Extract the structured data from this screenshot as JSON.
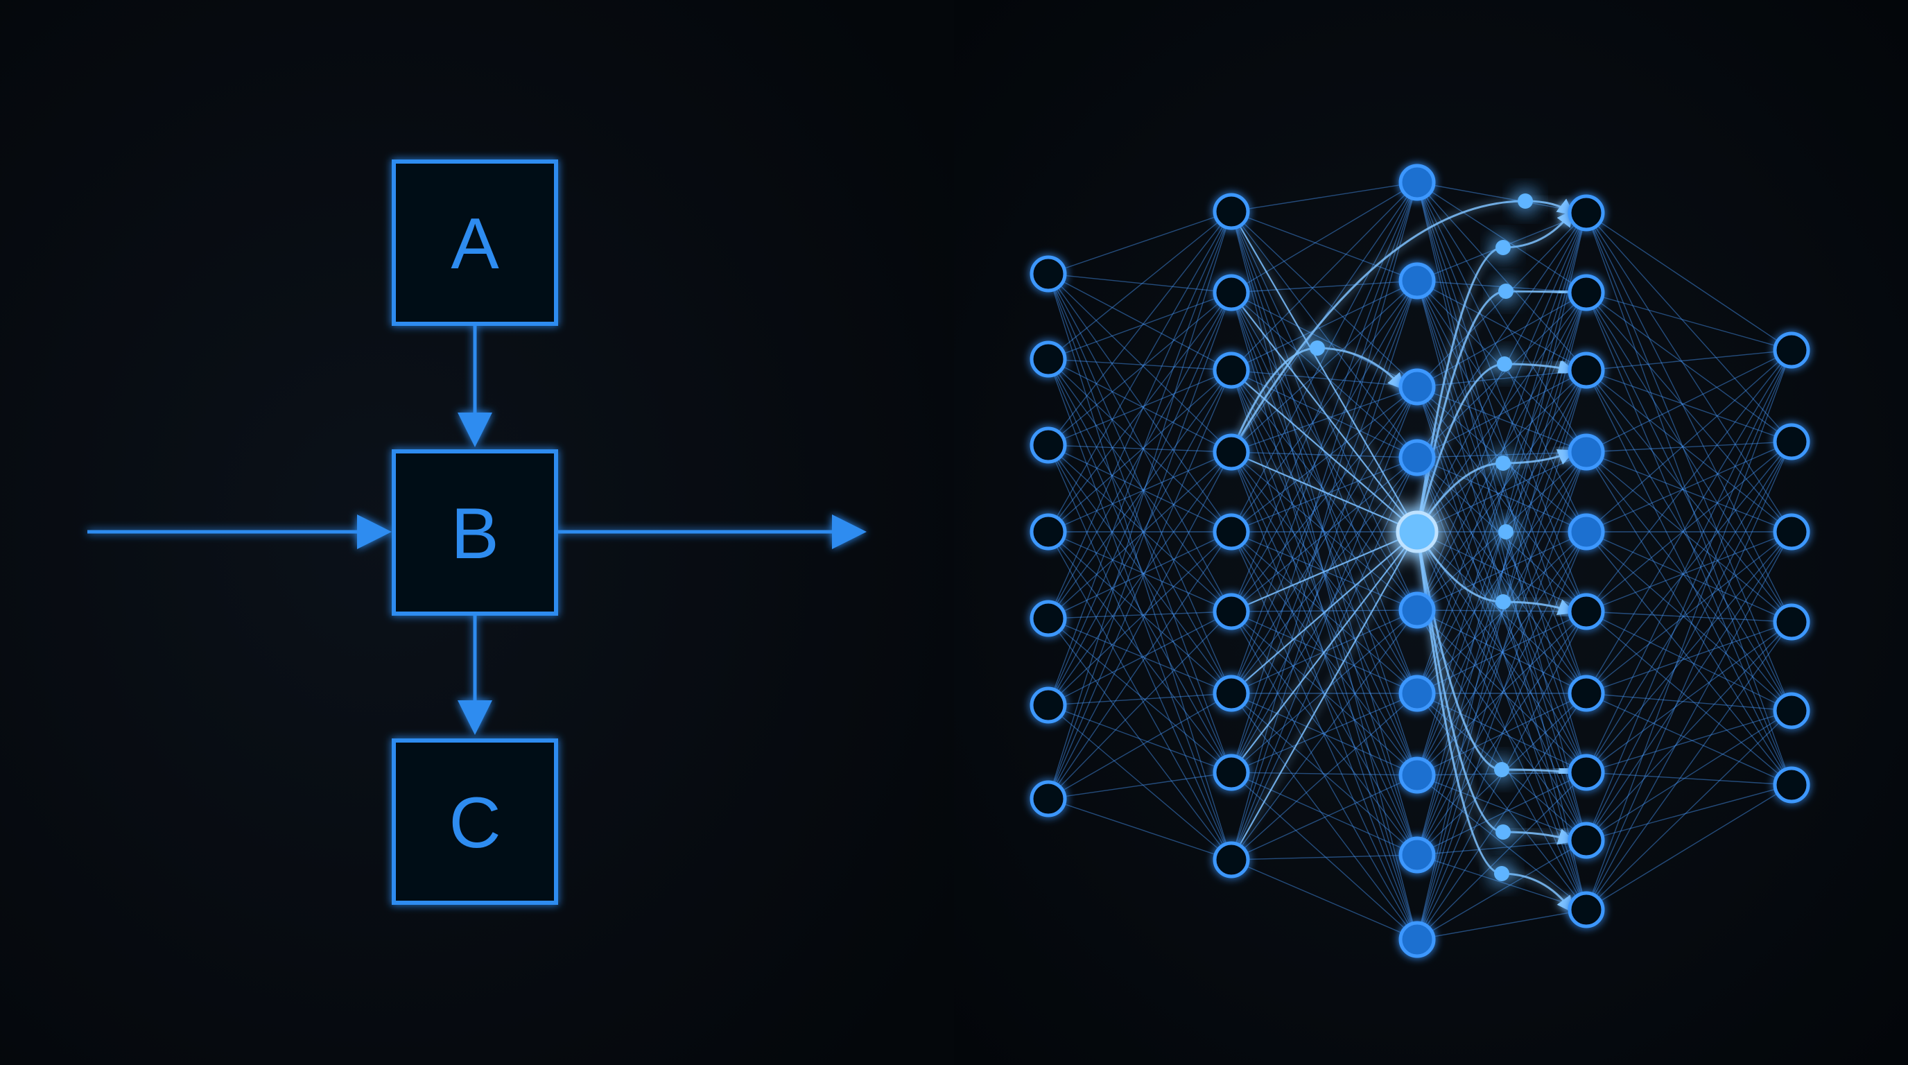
{
  "colors": {
    "background": "#060a10",
    "accent": "#2e8cf0",
    "edge": "#4a9cff",
    "glow": "#7fc2ff"
  },
  "flowchart": {
    "nodes": [
      {
        "id": "a",
        "label": "A"
      },
      {
        "id": "b",
        "label": "B"
      },
      {
        "id": "c",
        "label": "C"
      }
    ],
    "edges": [
      {
        "from": "input",
        "to": "b"
      },
      {
        "from": "a",
        "to": "b"
      },
      {
        "from": "b",
        "to": "c"
      },
      {
        "from": "b",
        "to": "output"
      }
    ]
  },
  "network": {
    "layers": [
      {
        "nodes": 7
      },
      {
        "nodes": 9
      },
      {
        "nodes": 10
      },
      {
        "nodes": 10
      },
      {
        "nodes": 6
      }
    ],
    "hub": {
      "layer": 2,
      "node": 4
    },
    "branch_points": 11
  }
}
